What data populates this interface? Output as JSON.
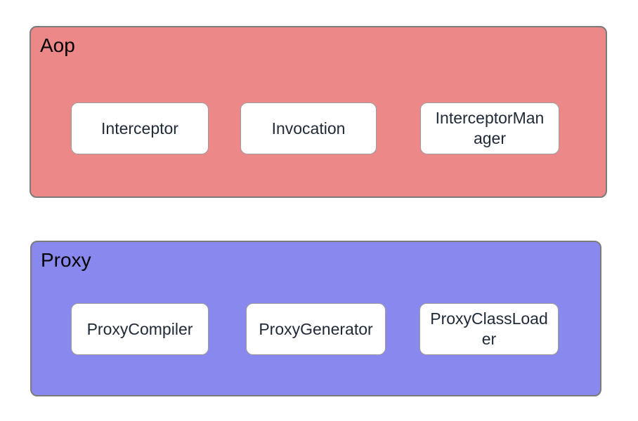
{
  "diagram": {
    "background": "#ffffff",
    "title_color": "#000000",
    "node_style": {
      "fill": "#ffffff",
      "border": "#9c9c9c",
      "text_color": "#1f2937"
    },
    "groups": [
      {
        "id": "aop",
        "title": "Aop",
        "fill": "#ed8888",
        "border": "#7b7b7b",
        "nodes": [
          {
            "label": "Interceptor"
          },
          {
            "label": "Invocation"
          },
          {
            "label": "InterceptorMan\nager"
          }
        ]
      },
      {
        "id": "proxy",
        "title": "Proxy",
        "fill": "#8888ee",
        "border": "#7b7b7b",
        "nodes": [
          {
            "label": "ProxyCompiler"
          },
          {
            "label": "ProxyGenerator"
          },
          {
            "label": "ProxyClassLoad\ner"
          }
        ]
      }
    ]
  }
}
